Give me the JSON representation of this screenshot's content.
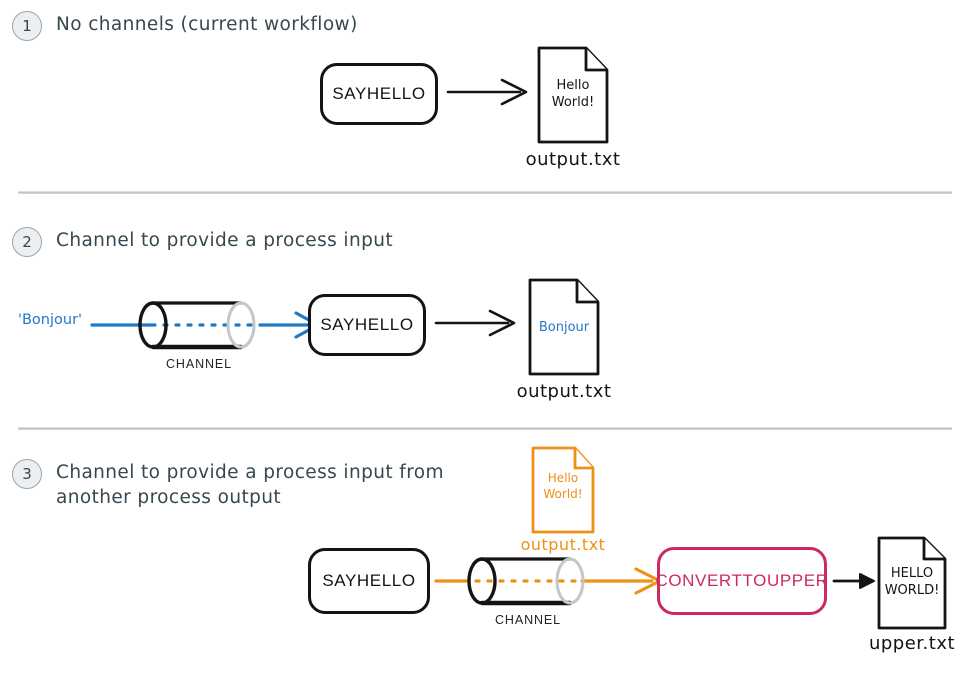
{
  "diagram": {
    "title_hidden": "Nextflow channels explained",
    "colors": {
      "ink": "#141414",
      "caption": "#37474f",
      "blue": "#1f78c8",
      "orange": "#ef9017",
      "crimson": "#cc2a5e",
      "badge_fill": "#eceff1",
      "badge_stroke": "#9aa3ab",
      "divider": "#c9ced3"
    }
  },
  "sections": [
    {
      "number": "1",
      "caption": "No channels (current workflow)",
      "process": {
        "label": "SAYHELLO"
      },
      "arrow": {
        "style": "open-v",
        "color": "#141414"
      },
      "document": {
        "body": "Hello\nWorld!",
        "label": "output.txt",
        "color": "#141414"
      }
    },
    {
      "number": "2",
      "caption": "Channel to provide a process input",
      "source_value": "'Bonjour'",
      "channel": {
        "label": "CHANNEL",
        "flow_color": "#1f78c8"
      },
      "process": {
        "label": "SAYHELLO"
      },
      "arrow": {
        "style": "open-v",
        "color": "#141414"
      },
      "document": {
        "body": "Bonjour",
        "label": "output.txt",
        "color": "#1f78c8"
      }
    },
    {
      "number": "3",
      "caption": "Channel to provide a process input from\nanother process output",
      "intermediate_document": {
        "body": "Hello\nWorld!",
        "label": "output.txt",
        "color": "#ef9017"
      },
      "process_first": {
        "label": "SAYHELLO"
      },
      "channel": {
        "label": "CHANNEL",
        "flow_color": "#ef9017"
      },
      "process_second": {
        "label": "CONVERTTOUPPER",
        "color": "#cc2a5e"
      },
      "arrow": {
        "style": "solid-head",
        "color": "#141414"
      },
      "document": {
        "body": "HELLO\nWORLD!",
        "label": "upper.txt",
        "color": "#141414"
      }
    }
  ]
}
